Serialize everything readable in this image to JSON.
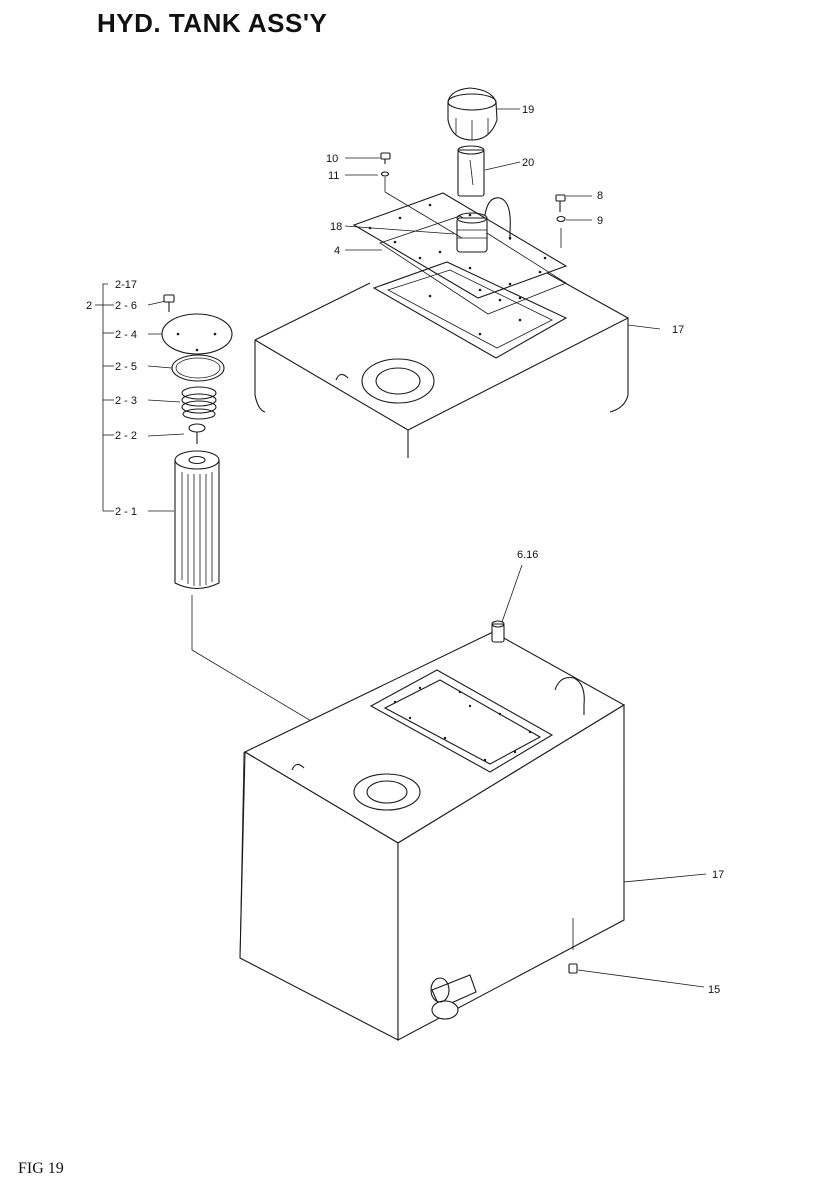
{
  "title": "HYD. TANK ASS'Y",
  "figure_label": "FIG 19",
  "callouts": {
    "c19": "19",
    "c20": "20",
    "c10": "10",
    "c11": "11",
    "c8": "8",
    "c9": "9",
    "c18": "18",
    "c4": "4",
    "c17_top": "17",
    "c2_17": "2-17",
    "c2": "2",
    "c2_6": "2 - 6",
    "c2_4": "2 - 4",
    "c2_5": "2 - 5",
    "c2_3": "2 - 3",
    "c2_2": "2 - 2",
    "c2_1": "2 - 1",
    "c6_16": "6.16",
    "c17_bottom": "17",
    "c15": "15"
  }
}
